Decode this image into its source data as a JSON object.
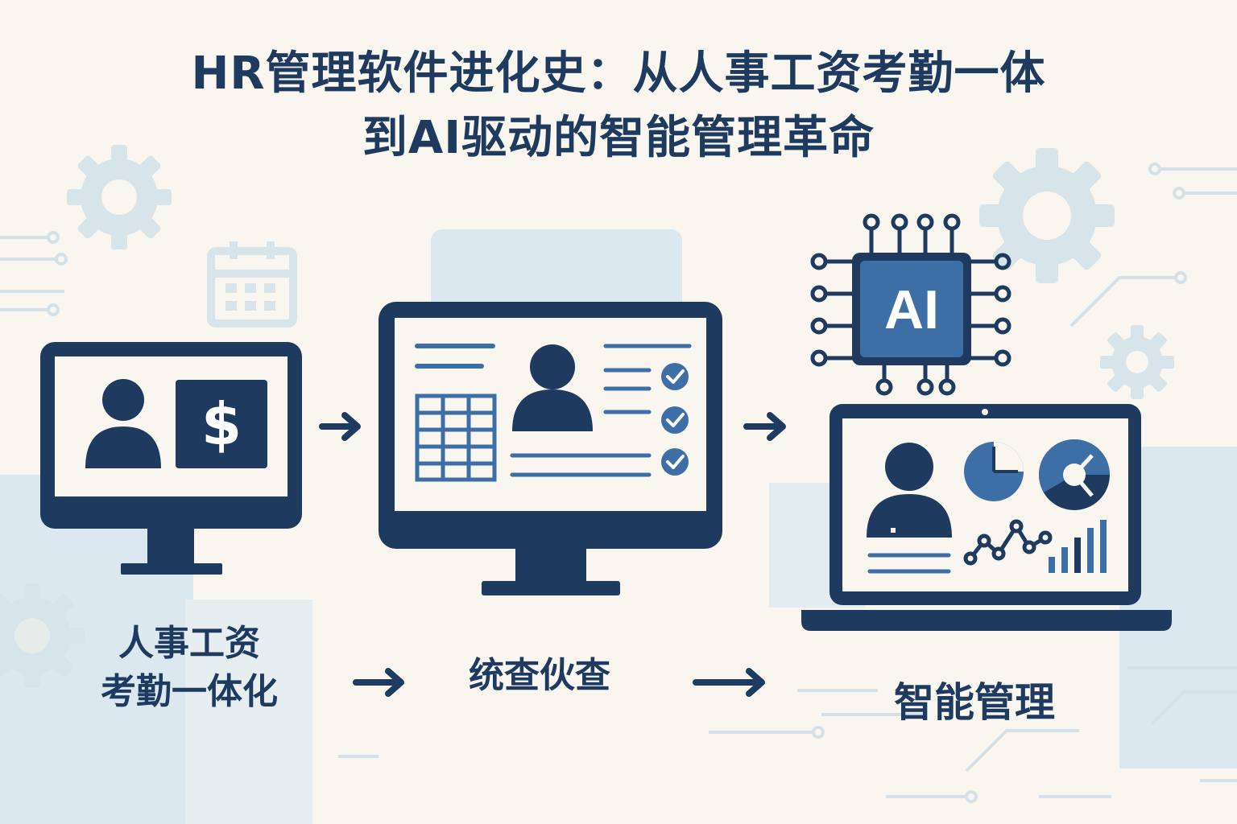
{
  "title": {
    "line1": "HR管理软件进化史：从人事工资考勤一体",
    "line2": "到AI驱动的智能管理革命"
  },
  "stages": [
    {
      "label_line1": "人事工资",
      "label_line2": "考勤一体化",
      "icons": [
        "desktop-monitor-icon",
        "person-icon",
        "dollar-icon"
      ]
    },
    {
      "label": "统查伙查",
      "icons": [
        "desktop-monitor-icon",
        "person-icon",
        "table-icon",
        "checklist-icon"
      ]
    },
    {
      "label": "智能管理",
      "chip_label": "AI",
      "icons": [
        "ai-chip-icon",
        "laptop-icon",
        "person-icon",
        "pie-chart-icon",
        "line-chart-icon",
        "bar-chart-icon"
      ]
    }
  ],
  "colors": {
    "navy": "#1e3a5f",
    "accent_blue": "#3d6fa6",
    "light_blue": "#dbe8ef",
    "background": "#f8f6ef"
  }
}
